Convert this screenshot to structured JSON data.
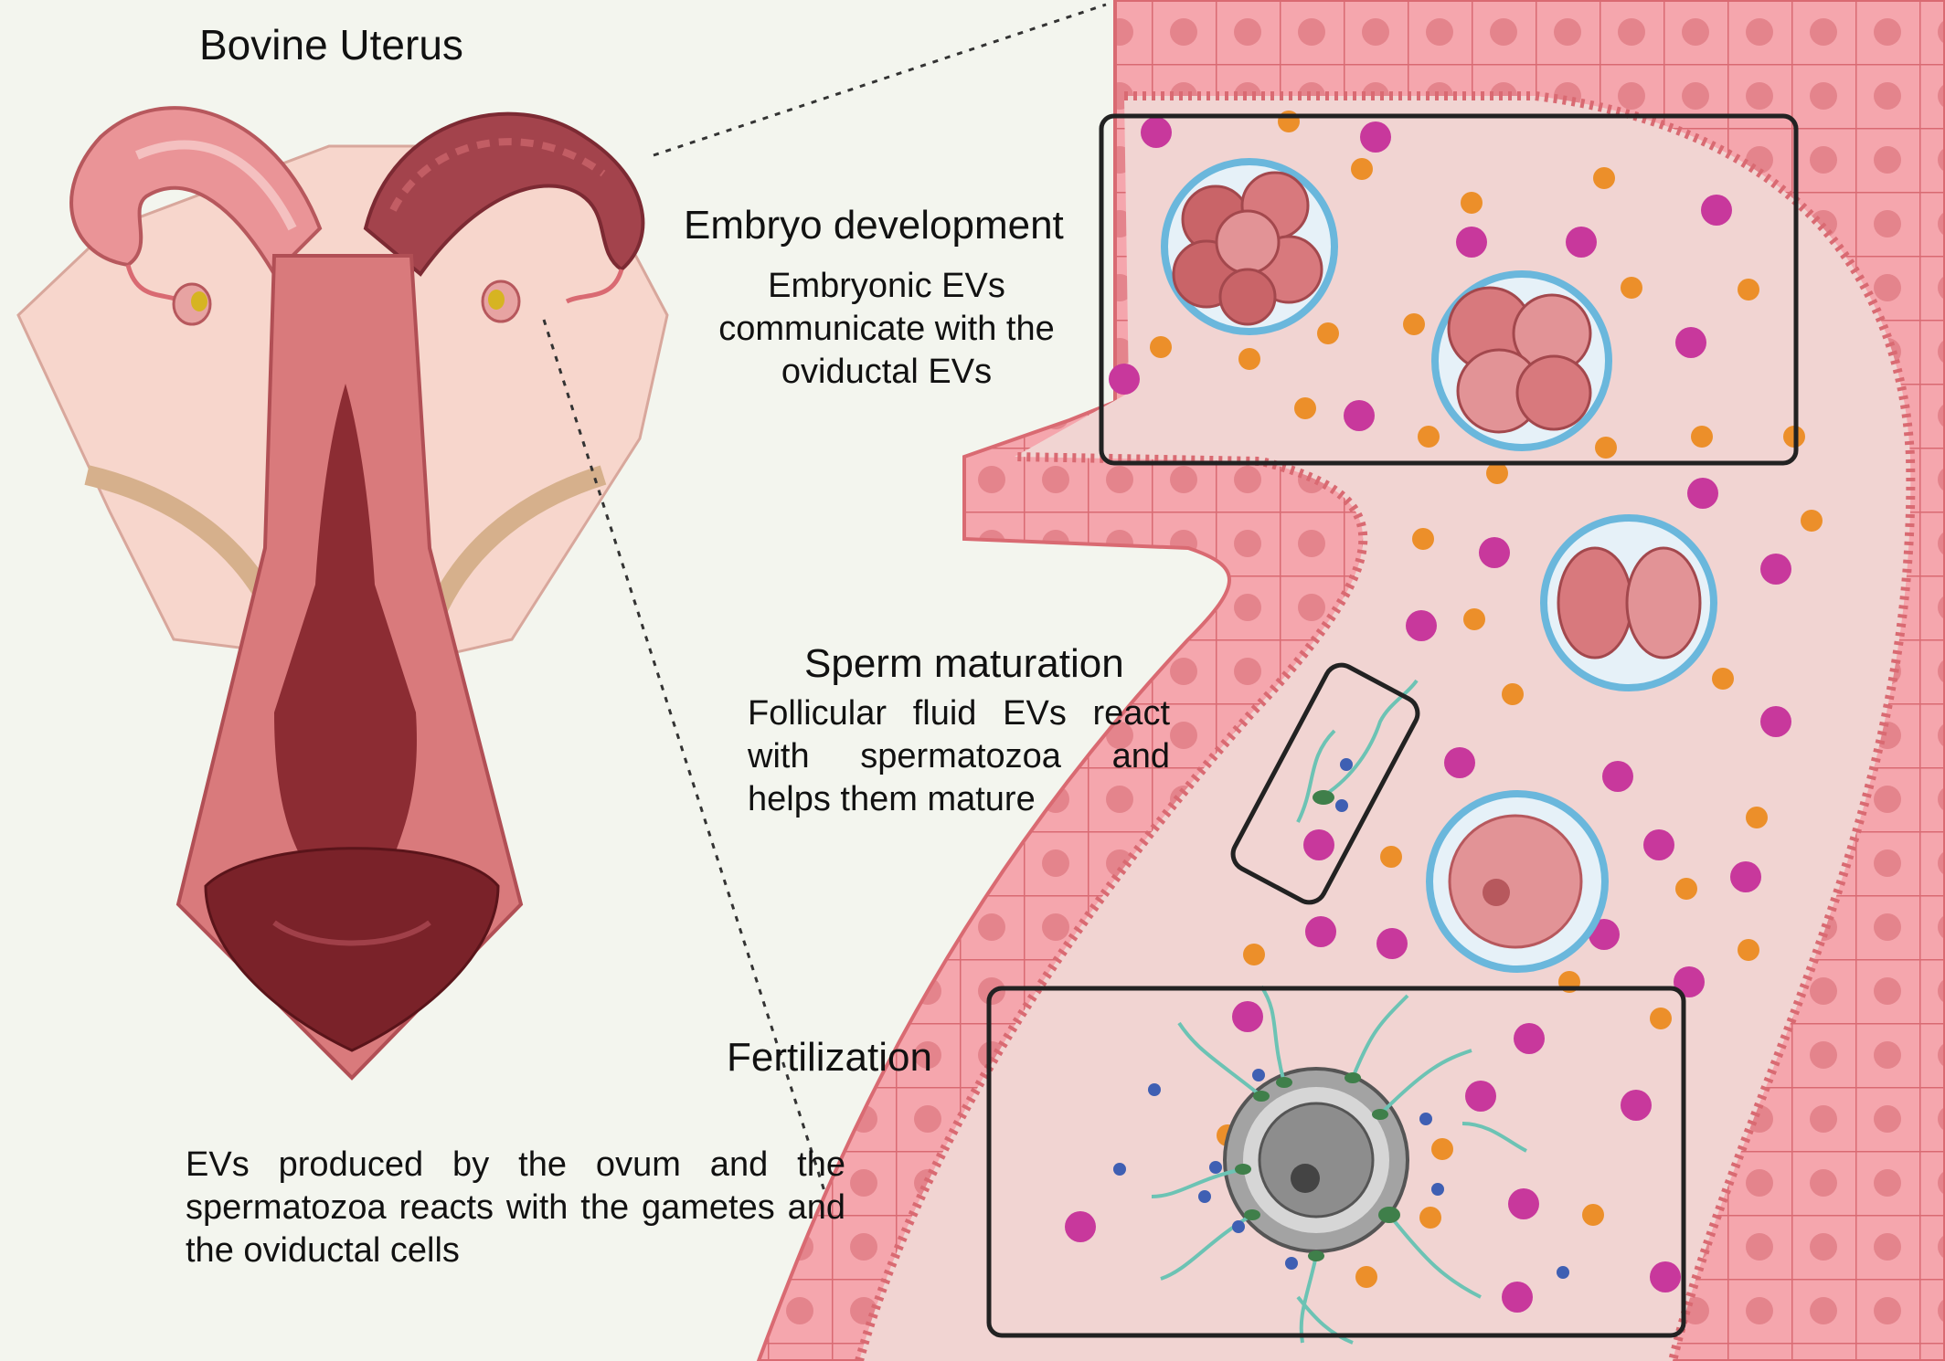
{
  "figure": {
    "uterus_title": "Bovine Uterus",
    "embryo": {
      "heading": "Embryo development",
      "text": "Embryonic EVs communicate with the oviductal EVs"
    },
    "sperm": {
      "heading": "Sperm maturation",
      "text": "Follicular fluid EVs react with spermatozoa and helps them mature"
    },
    "fertilization": {
      "heading": "Fertilization",
      "text": "EVs produced by the ovum and the spermatozoa reacts with the gametes and the oviductal cells"
    }
  },
  "colors": {
    "background": "#f3f5ee",
    "epithelium": "#f5a6ad",
    "epithelium_edge": "#d96a72",
    "lumen": "#f1d4d2",
    "ev_magenta": "#c8389c",
    "ev_orange": "#ec8f2a",
    "ev_blue": "#3f5fb3",
    "zona_pellucida": "#6ab7dc",
    "embryo_cell": "#d8797d",
    "uterus_wall": "#d97a7c",
    "uterus_lumen": "#8c2c33",
    "broad_ligament": "#f7d6cc",
    "oocyte_gray": "#8d8d8d",
    "sperm_tail": "#6cc3b4",
    "sperm_head": "#3f7f4a"
  },
  "icons": {
    "uterus": "bovine-uterus-illustration",
    "oviduct": "oviduct-epithelium-illustration",
    "embryo_morula": "morula-icon",
    "embryo_two_cell": "two-cell-embryo-icon",
    "zygote": "zygote-icon",
    "oocyte": "oocyte-icon",
    "sperm": "sperm-icon",
    "vesicle": "extracellular-vesicle-icon"
  }
}
